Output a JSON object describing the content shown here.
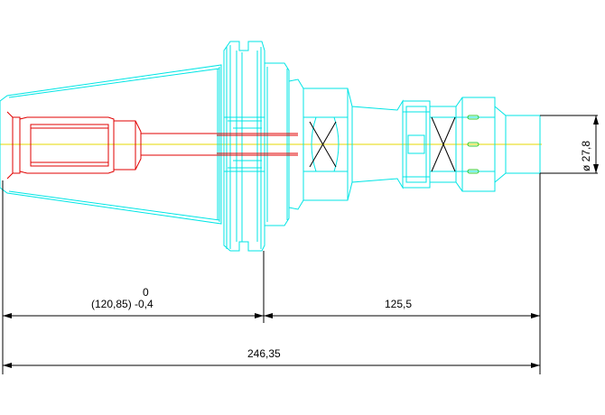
{
  "colors": {
    "background": "#ffffff",
    "holder_outline": "#00e5e5",
    "tool_outline": "#e00000",
    "centerline": "#e6d800",
    "dimension": "#000000",
    "coolant_marks": "#33cc33",
    "wrench_flats": "#000000"
  },
  "dimensions": {
    "gauge_upper_tolerance": "0",
    "gauge_length_with_tolerance": "(120,85) -0,4",
    "extension_length": "125,5",
    "overall_length": "246,35",
    "tool_diameter": "ø 27,8"
  }
}
